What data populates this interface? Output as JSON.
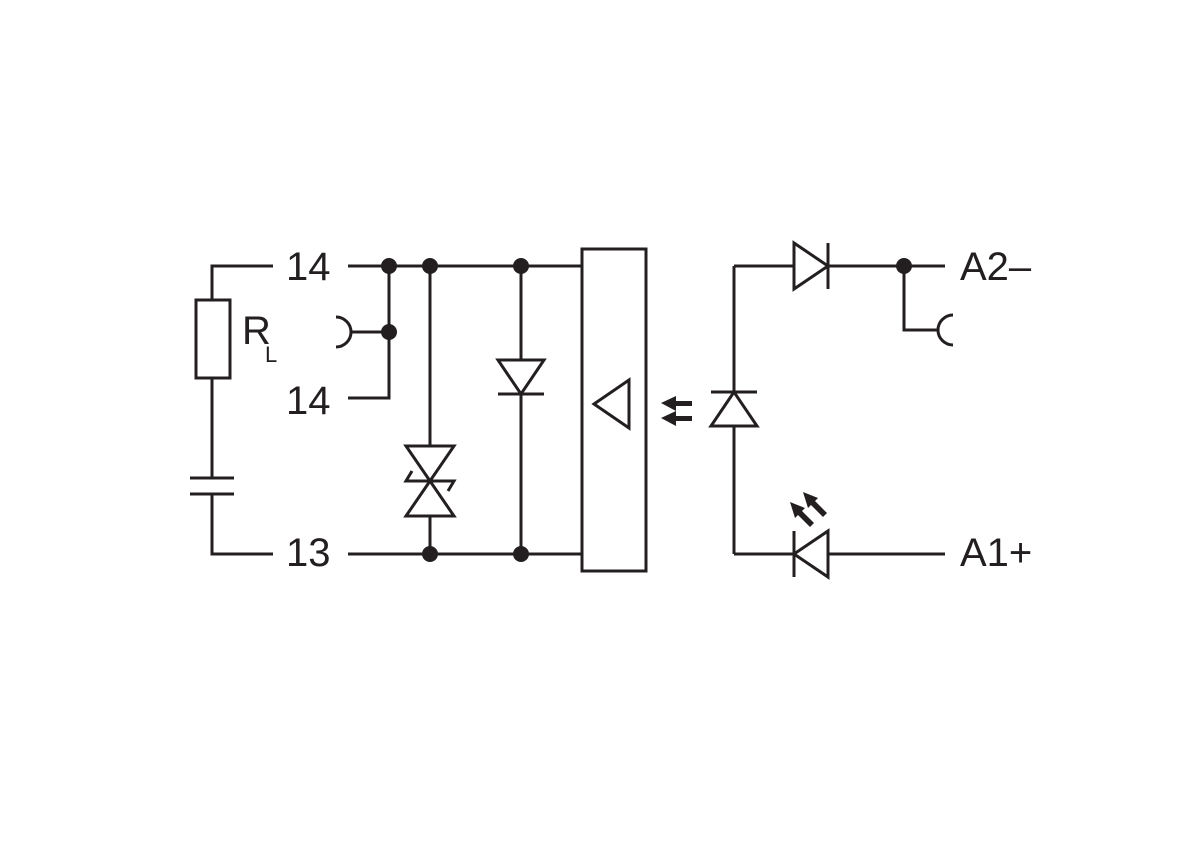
{
  "colors": {
    "ink": "#231f20",
    "background": "#ffffff"
  },
  "terminals": {
    "t14_top": "14",
    "t14_bottom": "14",
    "t13": "13",
    "a2": "A2–",
    "a1": "A1+"
  },
  "load": {
    "symbol": "R",
    "subscript": "L"
  }
}
